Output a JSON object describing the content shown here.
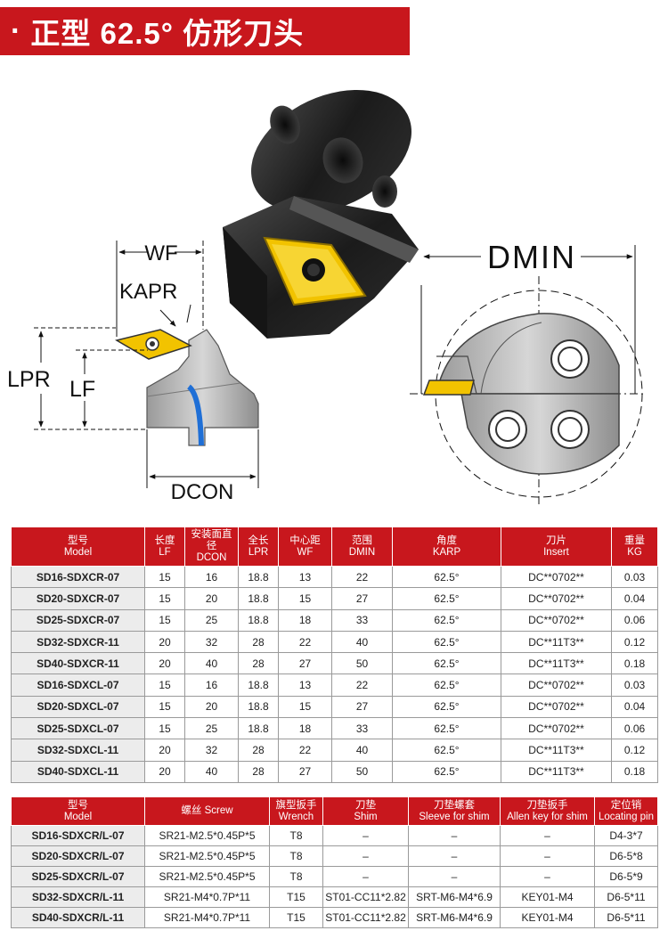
{
  "header": {
    "bullet": "·",
    "title": "正型 62.5° 仿形刀头"
  },
  "diagram": {
    "labels": {
      "wf": "WF",
      "kapr": "KAPR",
      "lpr": "LPR",
      "lf": "LF",
      "dcon": "DCON",
      "dmin": "DMIN"
    },
    "colors": {
      "insert": "#f2c300",
      "body": "#2a2a2a",
      "coolant": "#1f6fd6",
      "accent": "#c8171d"
    }
  },
  "table1": {
    "headers": [
      {
        "cn": "型号",
        "en": "Model"
      },
      {
        "cn": "长度",
        "en": "LF"
      },
      {
        "cn": "安装面直径",
        "en": "DCON"
      },
      {
        "cn": "全长",
        "en": "LPR"
      },
      {
        "cn": "中心距",
        "en": "WF"
      },
      {
        "cn": "范围",
        "en": "DMIN"
      },
      {
        "cn": "角度",
        "en": "KARP"
      },
      {
        "cn": "刀片",
        "en": "Insert"
      },
      {
        "cn": "重量",
        "en": "KG"
      }
    ],
    "rows": [
      [
        "SD16-SDXCR-07",
        "15",
        "16",
        "18.8",
        "13",
        "22",
        "62.5°",
        "DC**0702**",
        "0.03"
      ],
      [
        "SD20-SDXCR-07",
        "15",
        "20",
        "18.8",
        "15",
        "27",
        "62.5°",
        "DC**0702**",
        "0.04"
      ],
      [
        "SD25-SDXCR-07",
        "15",
        "25",
        "18.8",
        "18",
        "33",
        "62.5°",
        "DC**0702**",
        "0.06"
      ],
      [
        "SD32-SDXCR-11",
        "20",
        "32",
        "28",
        "22",
        "40",
        "62.5°",
        "DC**11T3**",
        "0.12"
      ],
      [
        "SD40-SDXCR-11",
        "20",
        "40",
        "28",
        "27",
        "50",
        "62.5°",
        "DC**11T3**",
        "0.18"
      ],
      [
        "SD16-SDXCL-07",
        "15",
        "16",
        "18.8",
        "13",
        "22",
        "62.5°",
        "DC**0702**",
        "0.03"
      ],
      [
        "SD20-SDXCL-07",
        "15",
        "20",
        "18.8",
        "15",
        "27",
        "62.5°",
        "DC**0702**",
        "0.04"
      ],
      [
        "SD25-SDXCL-07",
        "15",
        "25",
        "18.8",
        "18",
        "33",
        "62.5°",
        "DC**0702**",
        "0.06"
      ],
      [
        "SD32-SDXCL-11",
        "20",
        "32",
        "28",
        "22",
        "40",
        "62.5°",
        "DC**11T3**",
        "0.12"
      ],
      [
        "SD40-SDXCL-11",
        "20",
        "40",
        "28",
        "27",
        "50",
        "62.5°",
        "DC**11T3**",
        "0.18"
      ]
    ]
  },
  "table2": {
    "headers": [
      {
        "cn": "型号",
        "en": "Model"
      },
      {
        "cn": "螺丝 Screw",
        "en": ""
      },
      {
        "cn": "旗型扳手",
        "en": "Wrench"
      },
      {
        "cn": "刀垫",
        "en": "Shim"
      },
      {
        "cn": "刀垫螺套",
        "en": "Sleeve for shim"
      },
      {
        "cn": "刀垫扳手",
        "en": "Allen key for shim"
      },
      {
        "cn": "定位销",
        "en": "Locating pin"
      }
    ],
    "rows": [
      [
        "SD16-SDXCR/L-07",
        "SR21-M2.5*0.45P*5",
        "T8",
        "–",
        "–",
        "–",
        "D4-3*7"
      ],
      [
        "SD20-SDXCR/L-07",
        "SR21-M2.5*0.45P*5",
        "T8",
        "–",
        "–",
        "–",
        "D6-5*8"
      ],
      [
        "SD25-SDXCR/L-07",
        "SR21-M2.5*0.45P*5",
        "T8",
        "–",
        "–",
        "–",
        "D6-5*9"
      ],
      [
        "SD32-SDXCR/L-11",
        "SR21-M4*0.7P*11",
        "T15",
        "ST01-CC11*2.82",
        "SRT-M6-M4*6.9",
        "KEY01-M4",
        "D6-5*11"
      ],
      [
        "SD40-SDXCR/L-11",
        "SR21-M4*0.7P*11",
        "T15",
        "ST01-CC11*2.82",
        "SRT-M6-M4*6.9",
        "KEY01-M4",
        "D6-5*11"
      ]
    ]
  }
}
